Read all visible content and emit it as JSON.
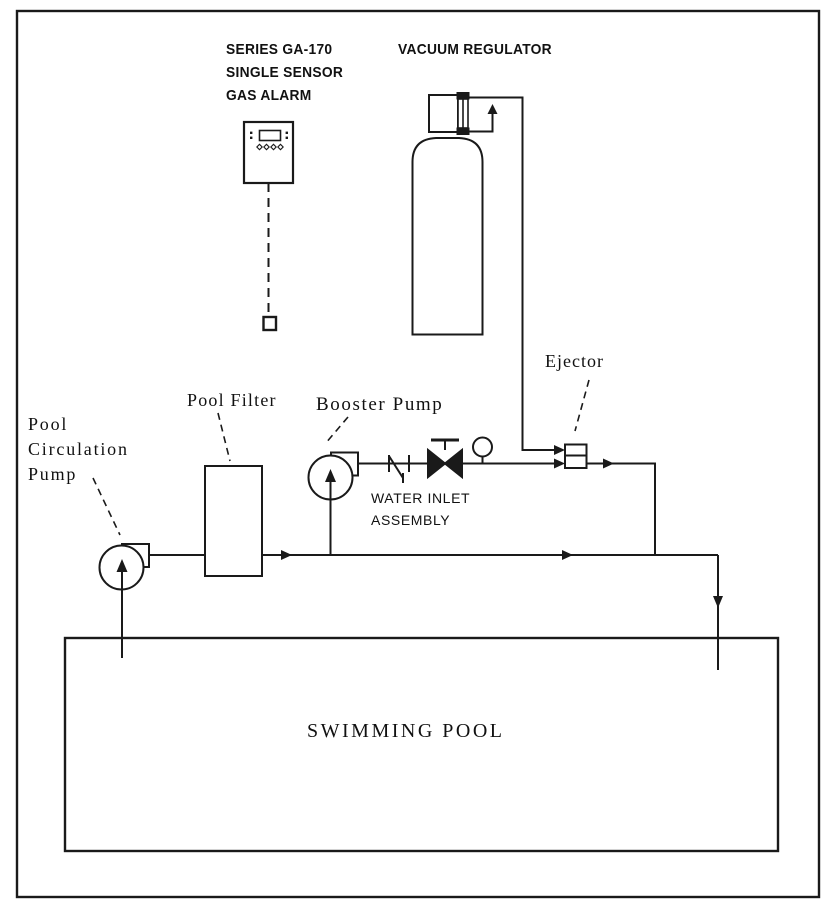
{
  "labels": {
    "gas_alarm": {
      "l1": "SERIES GA-170",
      "l2": "SINGLE SENSOR",
      "l3": "GAS ALARM"
    },
    "vacuum_regulator": "VACUUM REGULATOR",
    "ejector": "Ejector",
    "pool_filter": "Pool Filter",
    "booster_pump": "Booster Pump",
    "pool_circulation_pump": {
      "l1": "Pool",
      "l2": "Circulation",
      "l3": "Pump"
    },
    "water_inlet_assembly": {
      "l1": "WATER INLET",
      "l2": "ASSEMBLY"
    },
    "swimming_pool": "SWIMMING POOL"
  },
  "colors": {
    "line": "#1a1a1a",
    "background": "#ffffff"
  }
}
